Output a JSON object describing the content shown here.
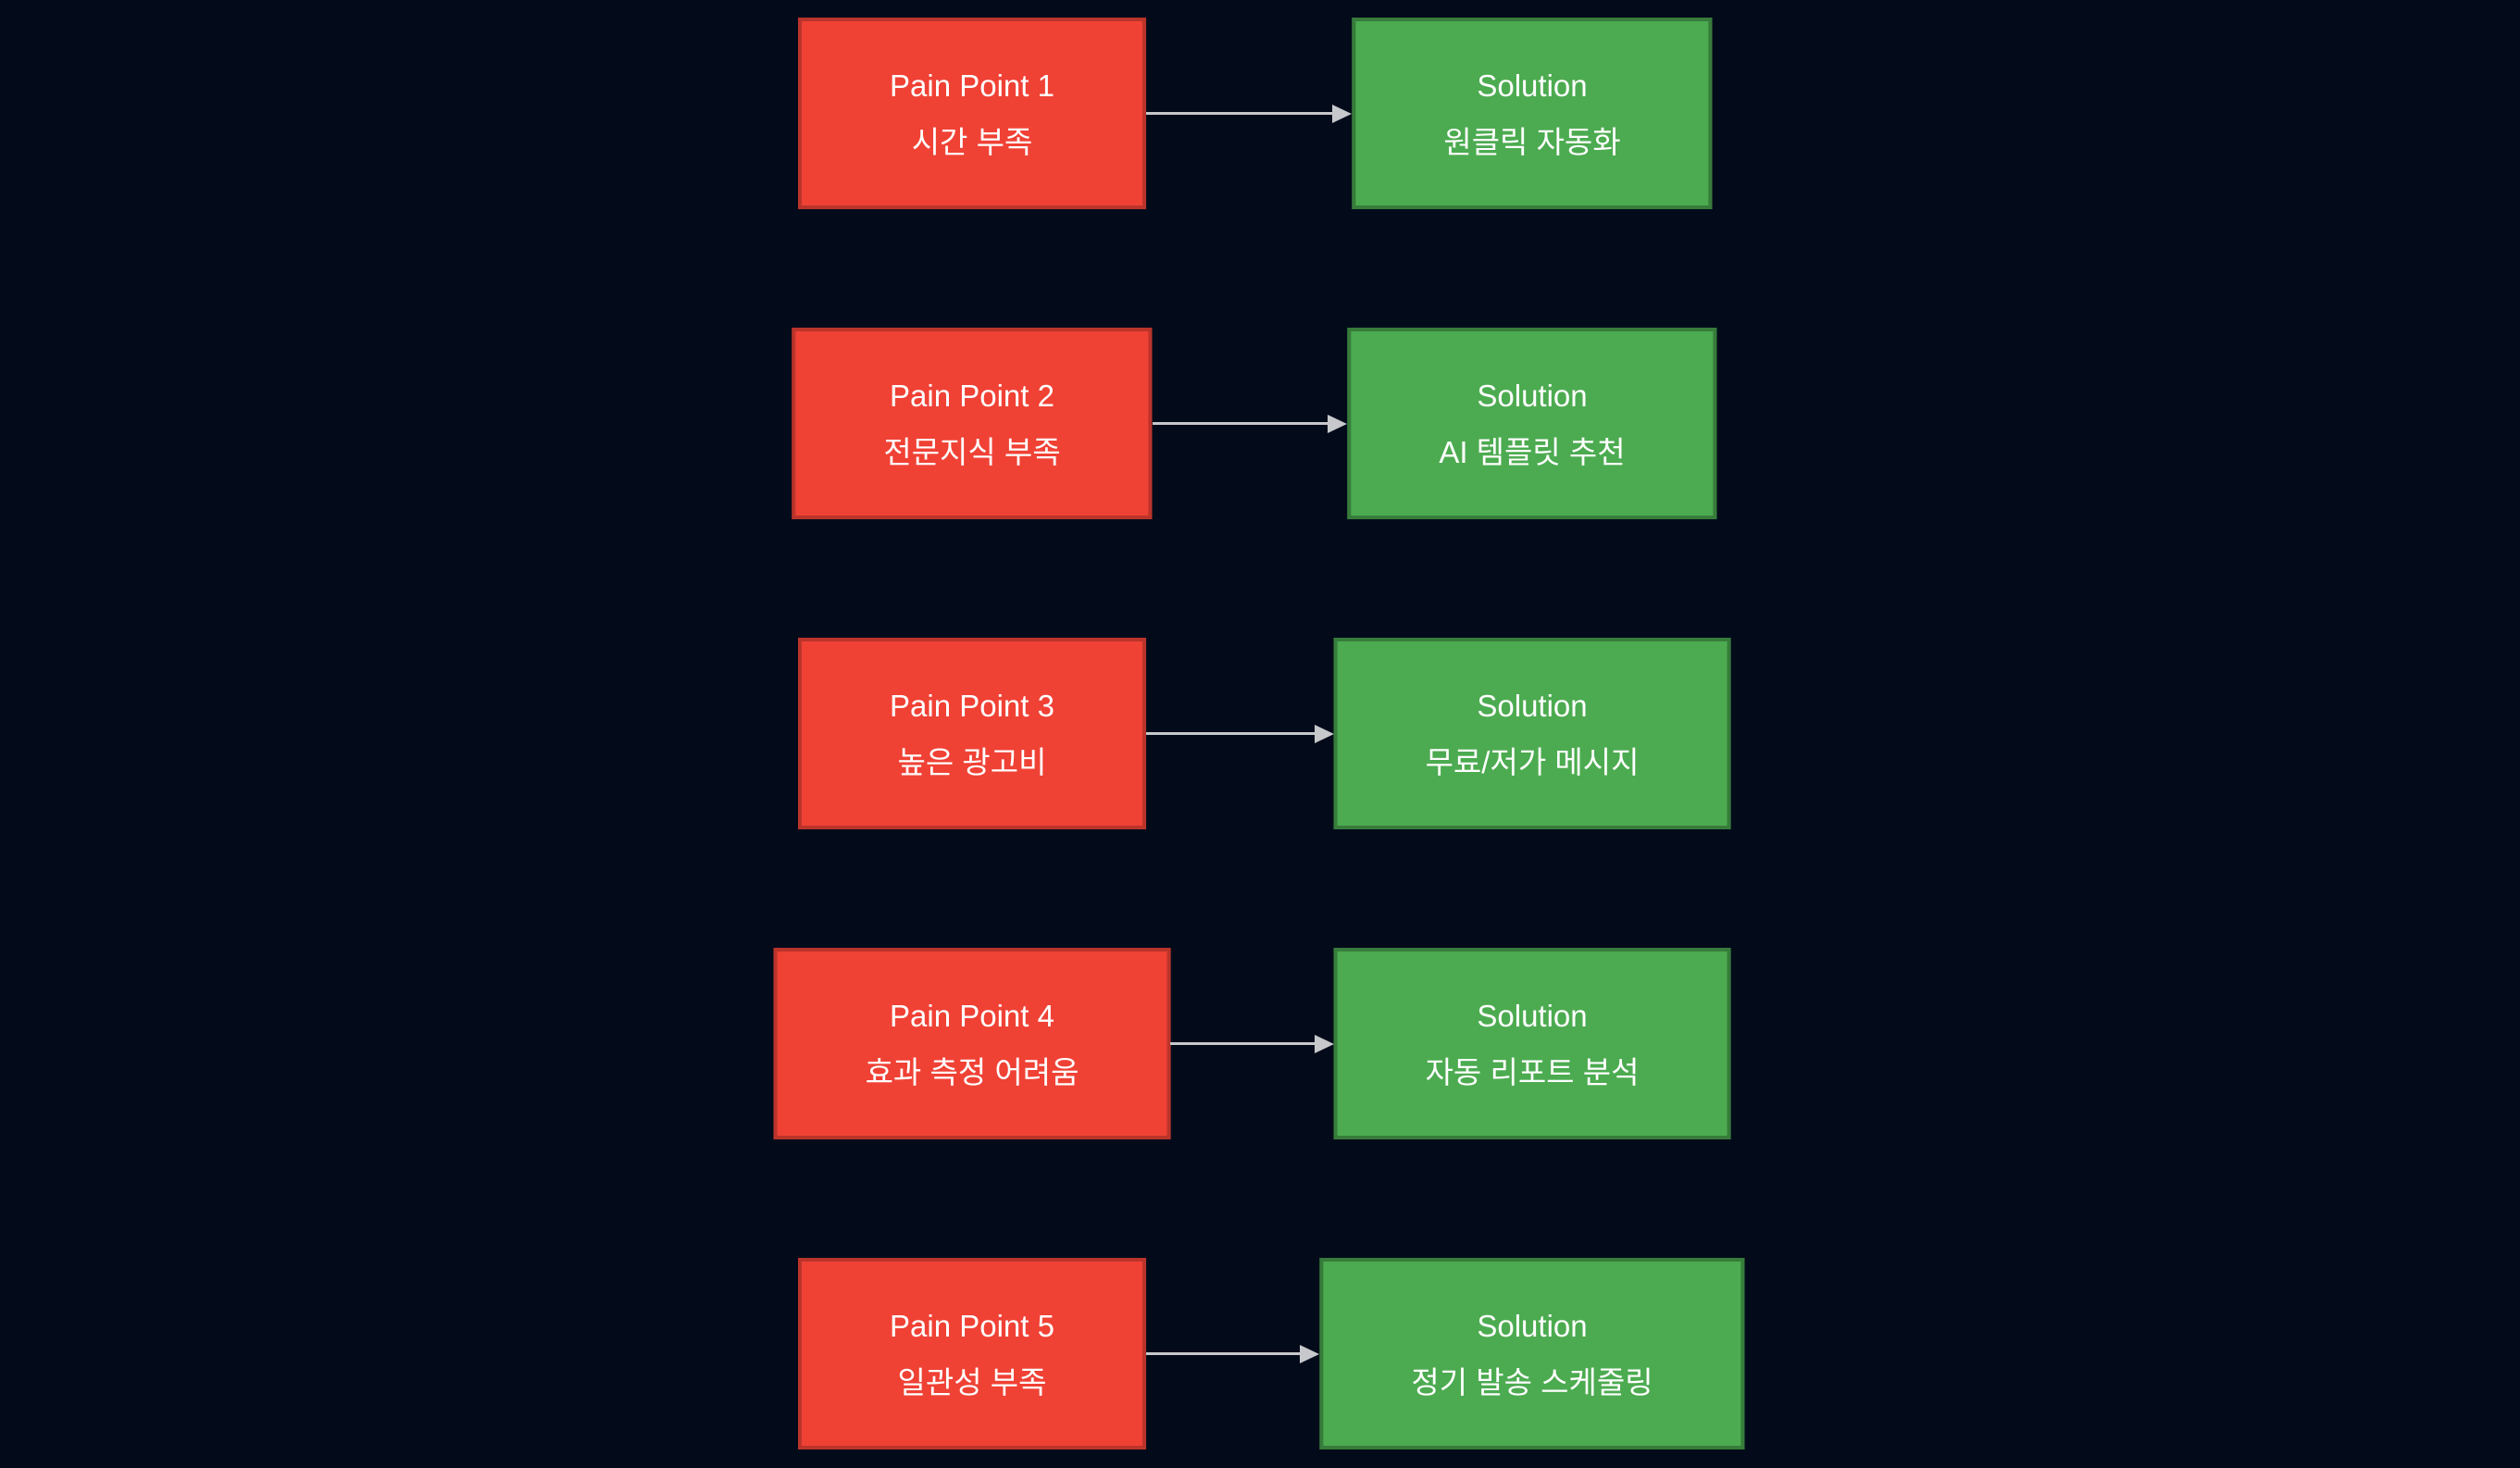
{
  "diagram": {
    "background": "#030b1a",
    "colors": {
      "pain_fill": "#f04135",
      "pain_border": "#bb342b",
      "solution_fill": "#4cab50",
      "solution_border": "#377c3b",
      "arrow": "#c6c8cb",
      "text": "#ffffff"
    },
    "rows": [
      {
        "pain": {
          "title": "Pain Point 1",
          "subtitle": "시간 부족"
        },
        "solution": {
          "title": "Solution",
          "subtitle": "원클릭 자동화"
        }
      },
      {
        "pain": {
          "title": "Pain Point 2",
          "subtitle": "전문지식 부족"
        },
        "solution": {
          "title": "Solution",
          "subtitle": "AI 템플릿 추천"
        }
      },
      {
        "pain": {
          "title": "Pain Point 3",
          "subtitle": "높은 광고비"
        },
        "solution": {
          "title": "Solution",
          "subtitle": "무료/저가 메시지"
        }
      },
      {
        "pain": {
          "title": "Pain Point 4",
          "subtitle": "효과 측정 어려움"
        },
        "solution": {
          "title": "Solution",
          "subtitle": "자동 리포트 분석"
        }
      },
      {
        "pain": {
          "title": "Pain Point 5",
          "subtitle": "일관성 부족"
        },
        "solution": {
          "title": "Solution",
          "subtitle": "정기 발송 스케줄링"
        }
      }
    ]
  }
}
